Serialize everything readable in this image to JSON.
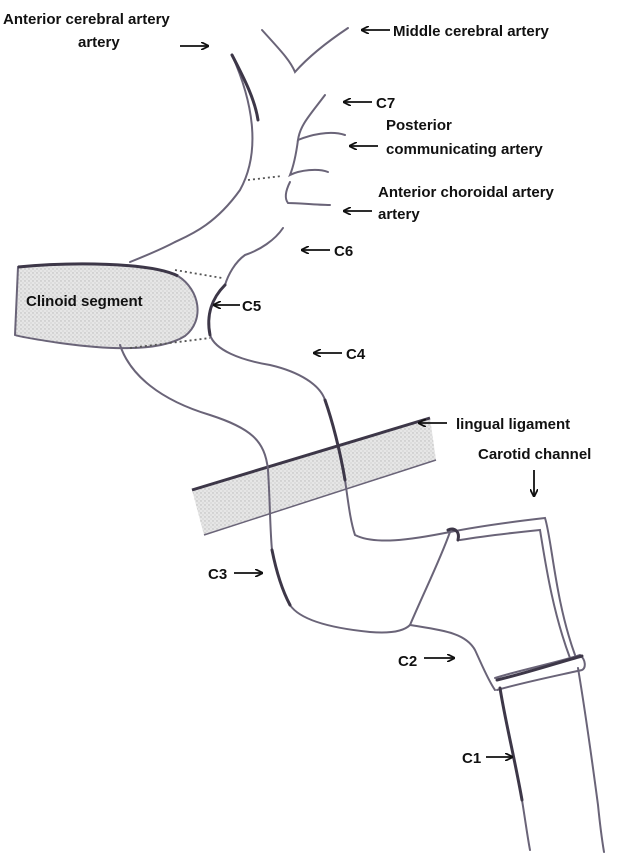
{
  "diagram": {
    "labels": {
      "anterior_cerebral_line1": "Anterior cerebral artery",
      "anterior_cerebral_line2": "artery",
      "middle_cerebral": "Middle cerebral artery",
      "c7": "C7",
      "posterior_comm_line1": "Posterior",
      "posterior_comm_line2": "communicating artery",
      "anterior_choroidal_line1": "Anterior choroidal artery",
      "anterior_choroidal_line2": "artery",
      "c6": "C6",
      "clinoid_segment": "Clinoid segment",
      "c5": "C5",
      "c4": "C4",
      "lingual_ligament": "lingual ligament",
      "carotid_channel": "Carotid channel",
      "c3": "C3",
      "c2": "C2",
      "c1": "C1"
    },
    "colors": {
      "vessel_stroke": "#6a6478",
      "vessel_dark": "#3d3748",
      "stipple_fill": "#dcdcdc",
      "arrow": "#111111",
      "text": "#111111"
    }
  }
}
